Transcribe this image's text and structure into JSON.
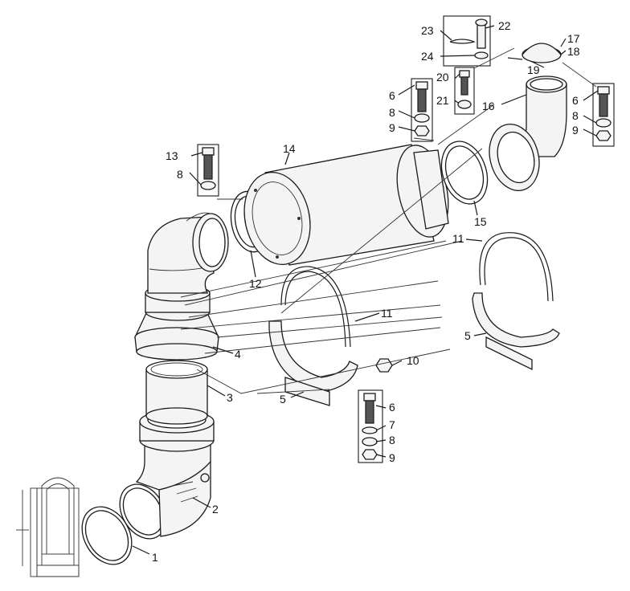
{
  "labels": {
    "l1": "1",
    "l2": "2",
    "l3": "3",
    "l4": "4",
    "l5a": "5",
    "l5b": "5",
    "l6a": "6",
    "l6b": "6",
    "l6c": "6",
    "l7": "7",
    "l8a": "8",
    "l8b": "8",
    "l8c": "8",
    "l8d": "8",
    "l9a": "9",
    "l9b": "9",
    "l9c": "9",
    "l10": "10",
    "l11a": "11",
    "l11b": "11",
    "l12": "12",
    "l13": "13",
    "l14": "14",
    "l15": "15",
    "l16": "16",
    "l17": "17",
    "l18": "18",
    "l19": "19",
    "l20": "20",
    "l21": "21",
    "l22": "22",
    "l23": "23",
    "l24": "24"
  }
}
